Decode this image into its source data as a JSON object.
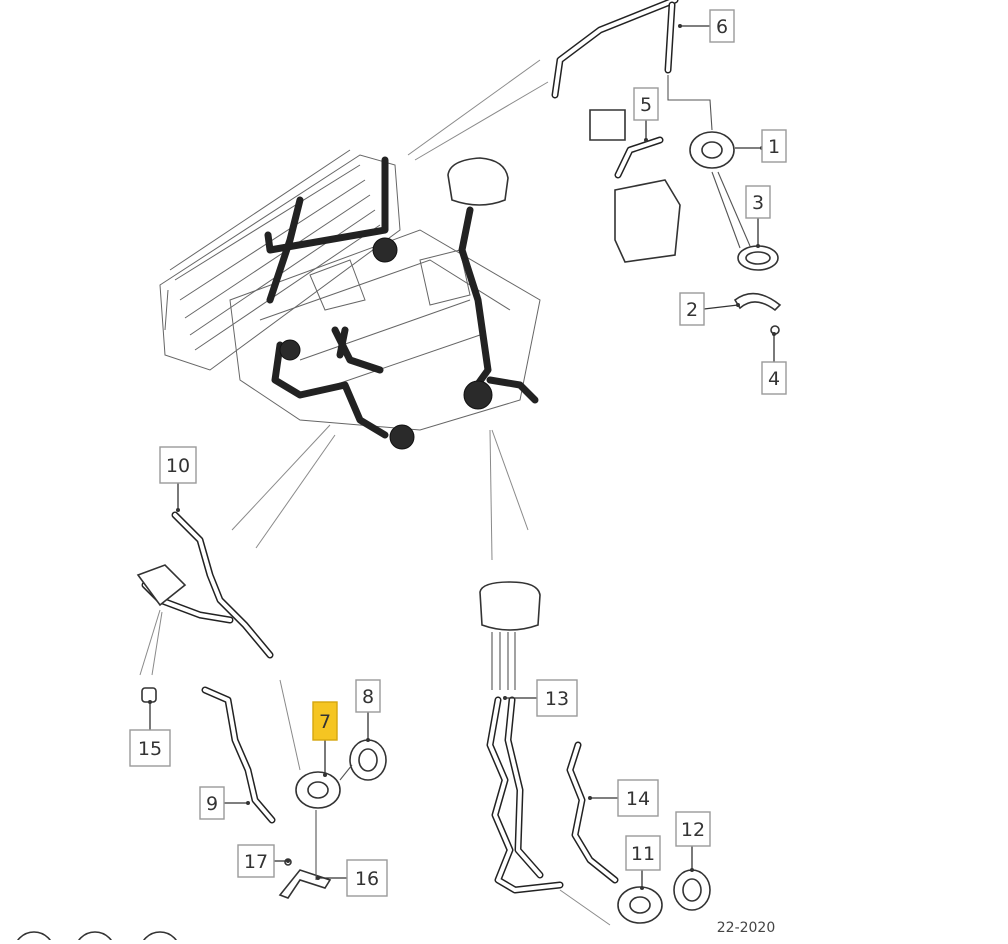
{
  "diagram": {
    "code": "22-2020",
    "callouts": [
      {
        "id": "1",
        "label": "1",
        "highlight": false
      },
      {
        "id": "2",
        "label": "2",
        "highlight": false
      },
      {
        "id": "3",
        "label": "3",
        "highlight": false
      },
      {
        "id": "4",
        "label": "4",
        "highlight": false
      },
      {
        "id": "5",
        "label": "5",
        "highlight": false
      },
      {
        "id": "6",
        "label": "6",
        "highlight": false
      },
      {
        "id": "7",
        "label": "7",
        "highlight": true
      },
      {
        "id": "8",
        "label": "8",
        "highlight": false
      },
      {
        "id": "9",
        "label": "9",
        "highlight": false
      },
      {
        "id": "10",
        "label": "10",
        "highlight": false
      },
      {
        "id": "11",
        "label": "11",
        "highlight": false
      },
      {
        "id": "12",
        "label": "12",
        "highlight": false
      },
      {
        "id": "13",
        "label": "13",
        "highlight": false
      },
      {
        "id": "14",
        "label": "14",
        "highlight": false
      },
      {
        "id": "15",
        "label": "15",
        "highlight": false
      },
      {
        "id": "16",
        "label": "16",
        "highlight": false
      },
      {
        "id": "17",
        "label": "17",
        "highlight": false
      }
    ],
    "colors": {
      "highlight": "#f5c522",
      "ink": "#222222",
      "box_border": "#9a9a9a"
    }
  }
}
